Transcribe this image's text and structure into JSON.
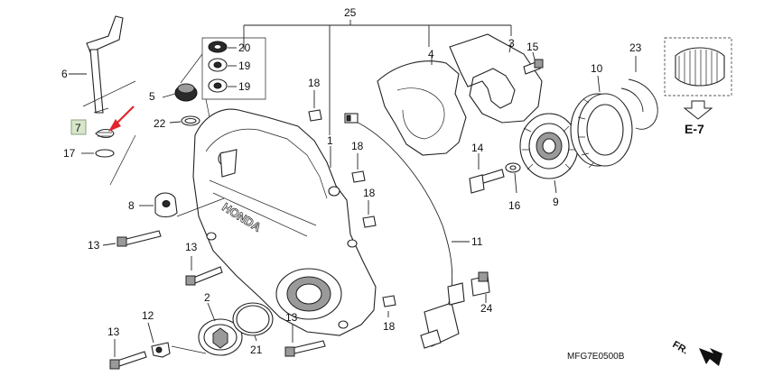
{
  "diagram": {
    "code": "MFG7E0500B",
    "ref_label": "E-7",
    "brand_text": "HONDA",
    "direction_label": "FR.",
    "highlight_color": "#e0262b",
    "callouts": [
      "1",
      "2",
      "3",
      "4",
      "5",
      "6",
      "7",
      "8",
      "9",
      "10",
      "11",
      "12",
      "13",
      "13",
      "13",
      "13",
      "14",
      "15",
      "16",
      "17",
      "18",
      "18",
      "18",
      "18",
      "19",
      "19",
      "20",
      "21",
      "22",
      "23",
      "24",
      "25"
    ]
  }
}
